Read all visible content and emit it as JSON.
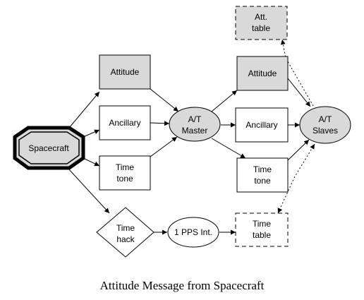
{
  "nodes": {
    "spacecraft": "Spacecraft",
    "attitude_in": "Attitude",
    "ancillary_in": "Ancillary",
    "time_tone_in": [
      "Time",
      "tone"
    ],
    "time_hack": [
      "Time",
      "hack"
    ],
    "at_master": [
      "A/T",
      "Master"
    ],
    "pps_int": "1 PPS Int.",
    "attitude_out": "Attitude",
    "ancillary_out": "Ancillary",
    "time_tone_out": [
      "Time",
      "tone"
    ],
    "time_table": [
      "Time",
      "table"
    ],
    "att_table": [
      "Att.",
      "table"
    ],
    "at_slaves": [
      "A/T",
      "Slaves"
    ]
  },
  "caption": "Attitude Message from Spacecraft",
  "colors": {
    "shaded": "#d9d9d9",
    "stroke": "#000000",
    "background": "#ffffff"
  }
}
